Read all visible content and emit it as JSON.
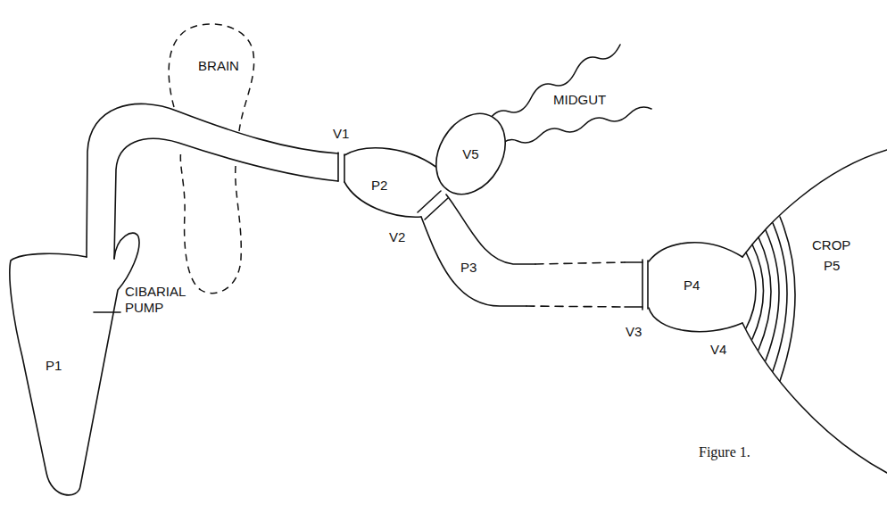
{
  "diagram": {
    "caption": "Figure 1.",
    "nodes": [
      {
        "text": [
          "BRAIN"
        ]
      },
      {
        "text": [
          "V5"
        ]
      }
    ],
    "labels": [
      "P1",
      "CIBARIAL PUMP",
      "V1",
      "P2",
      "MIDGUT",
      "V2",
      "P3",
      "V3",
      "P4",
      "CROP",
      "P5",
      "V4"
    ]
  }
}
